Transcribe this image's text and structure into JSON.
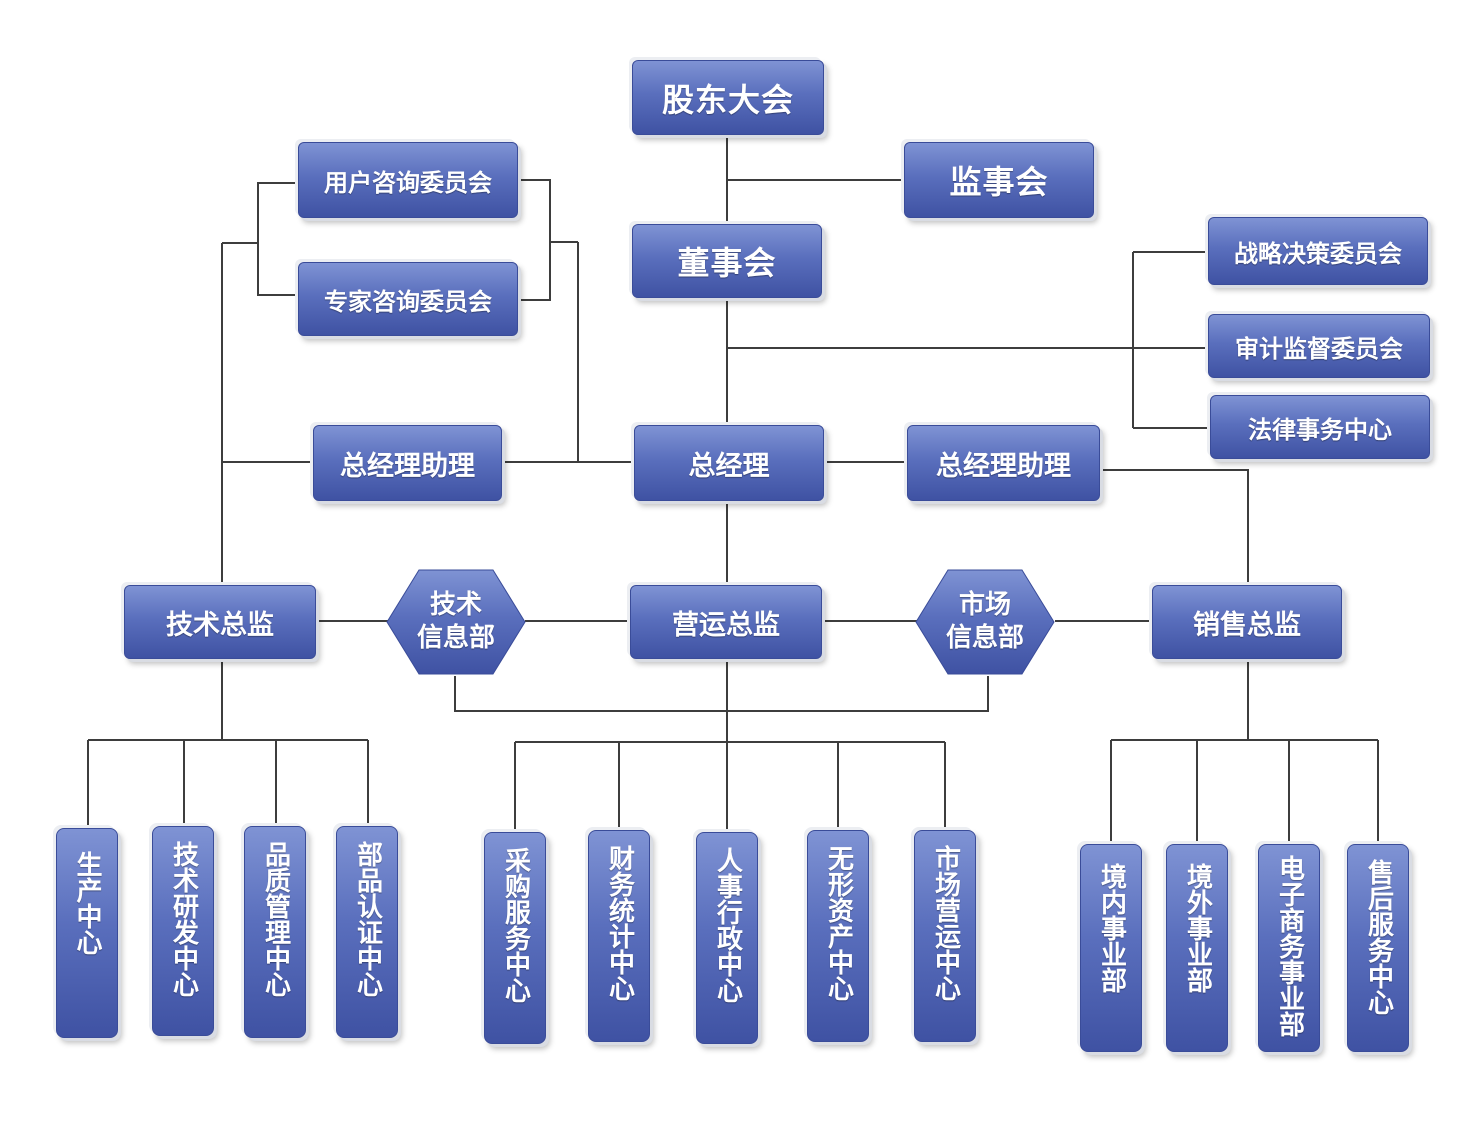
{
  "chart": {
    "shareholders_meeting": "股东大会",
    "supervisory_board": "监事会",
    "board_of_directors": "董事会",
    "user_advisory_committee": "用户咨询委员会",
    "expert_advisory_committee": "专家咨询委员会",
    "strategy_committee": "战略决策委员会",
    "audit_committee": "审计监督委员会",
    "legal_center": "法律事务中心",
    "gm_assistant_left": "总经理助理",
    "general_manager": "总经理",
    "gm_assistant_right": "总经理助理",
    "cto": "技术总监",
    "tech_info_dept": "技术\n信息部",
    "operations_director": "营运总监",
    "market_info_dept": "市场\n信息部",
    "sales_director": "销售总监",
    "tech_branch": [
      "生产中心",
      "技术研发中心",
      "品质管理中心",
      "部品认证中心"
    ],
    "ops_branch": [
      "采购服务中心",
      "财务统计中心",
      "人事行政中心",
      "无形资产中心",
      "市场营运中心"
    ],
    "sales_branch": [
      "境内事业部",
      "境外事业部",
      "电子商务事业部",
      "售后服务中心"
    ]
  },
  "colors": {
    "box_top": "#7f93d4",
    "box_bottom": "#3f52a3",
    "connector": "#3d3d3d",
    "text": "#ffffff"
  }
}
